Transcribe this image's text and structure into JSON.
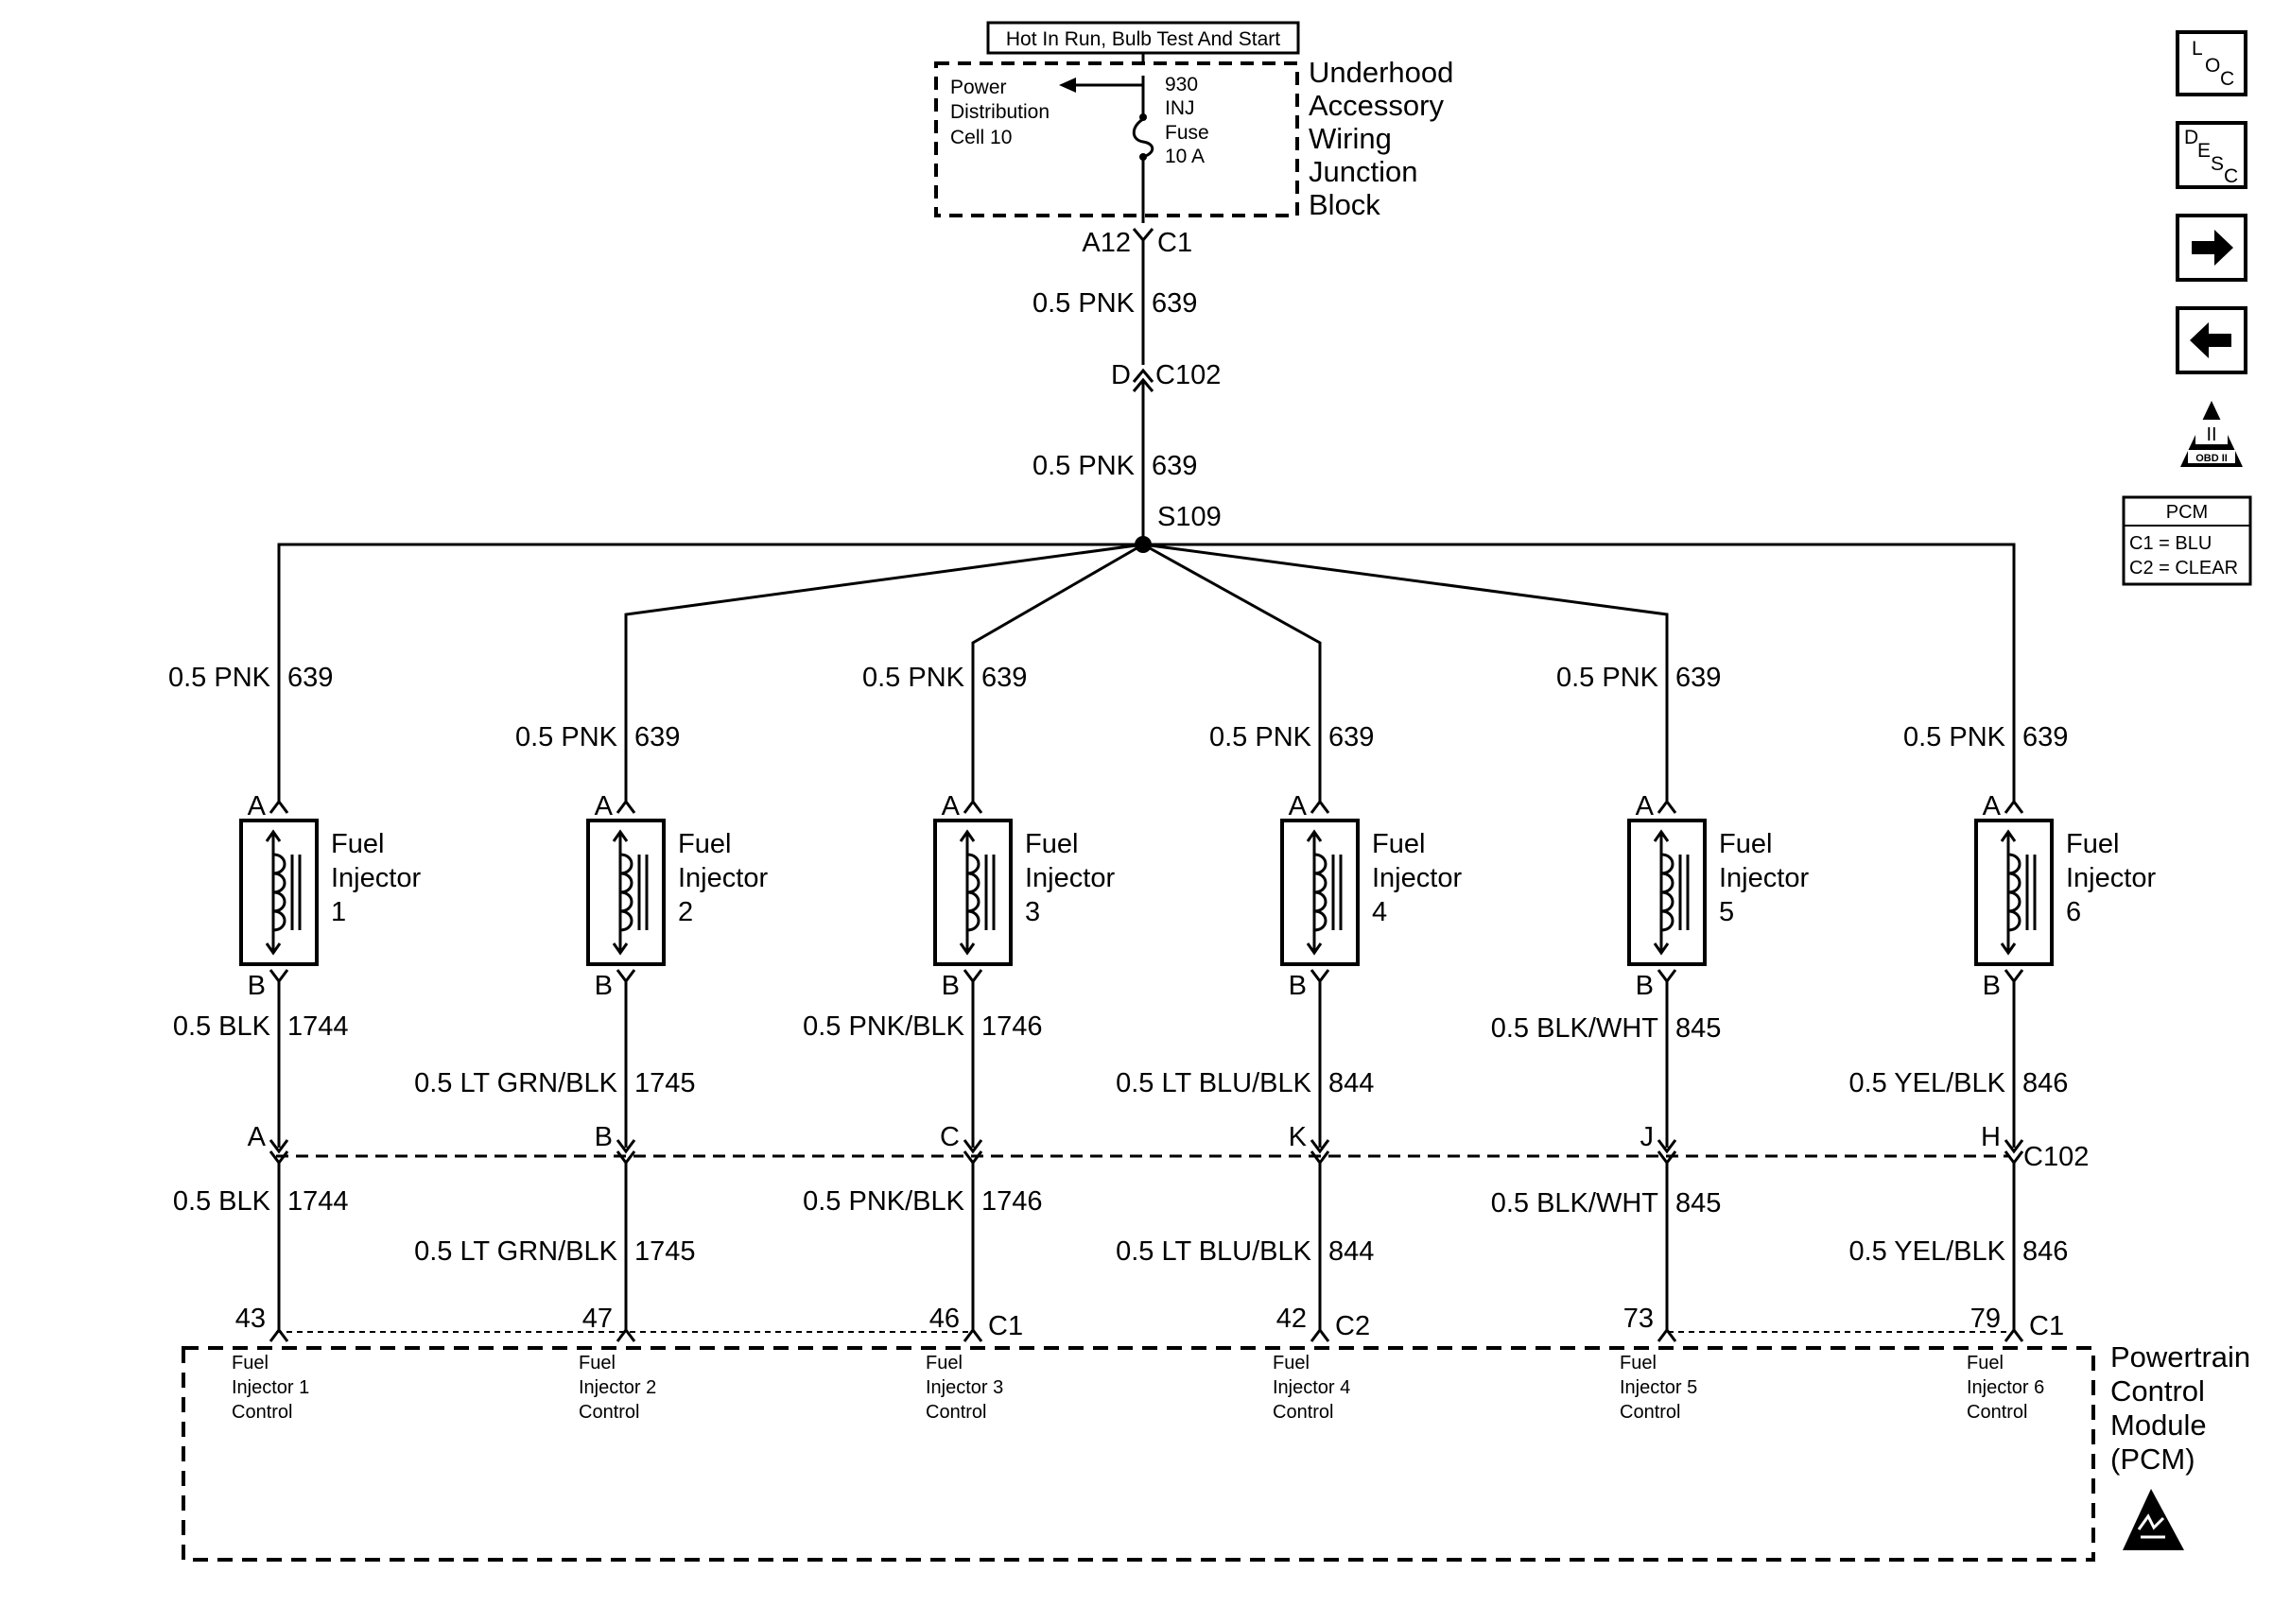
{
  "power_source": {
    "label": "Hot In Run, Bulb Test And Start",
    "block_name": "Underhood Accessory Wiring Junction Block",
    "block_lines": [
      "Underhood",
      "Accessory",
      "Wiring",
      "Junction",
      "Block"
    ],
    "cell_lines": [
      "Power",
      "Distribution",
      "Cell 10"
    ],
    "fuse_lines": [
      "930",
      "INJ",
      "Fuse",
      "10 A"
    ],
    "terminal_pin": "A12",
    "terminal_connector": "C1"
  },
  "feed": {
    "wire1": {
      "gauge_color": "0.5 PNK",
      "circuit": "639"
    },
    "connector_pin": "D",
    "connector_name": "C102",
    "wire2": {
      "gauge_color": "0.5 PNK",
      "circuit": "639"
    },
    "splice": "S109"
  },
  "injectors": [
    {
      "name_lines": [
        "Fuel",
        "Injector",
        "1"
      ],
      "top_pin": "A",
      "bottom_pin": "B",
      "feed_wire": {
        "gauge_color": "0.5 PNK",
        "circuit": "639"
      },
      "ctrl_wire_upper": {
        "gauge_color": "0.5 BLK",
        "circuit": "1744"
      },
      "c102_pin": "A",
      "ctrl_wire_lower": {
        "gauge_color": "0.5 BLK",
        "circuit": "1744"
      },
      "pcm_pin": "43",
      "pcm_connector": "",
      "pcm_label_lines": [
        "Fuel",
        "Injector 1",
        "Control"
      ]
    },
    {
      "name_lines": [
        "Fuel",
        "Injector",
        "2"
      ],
      "top_pin": "A",
      "bottom_pin": "B",
      "feed_wire": {
        "gauge_color": "0.5 PNK",
        "circuit": "639"
      },
      "ctrl_wire_upper": {
        "gauge_color": "0.5 LT GRN/BLK",
        "circuit": "1745"
      },
      "c102_pin": "B",
      "ctrl_wire_lower": {
        "gauge_color": "0.5 LT GRN/BLK",
        "circuit": "1745"
      },
      "pcm_pin": "47",
      "pcm_connector": "",
      "pcm_label_lines": [
        "Fuel",
        "Injector 2",
        "Control"
      ]
    },
    {
      "name_lines": [
        "Fuel",
        "Injector",
        "3"
      ],
      "top_pin": "A",
      "bottom_pin": "B",
      "feed_wire": {
        "gauge_color": "0.5 PNK",
        "circuit": "639"
      },
      "ctrl_wire_upper": {
        "gauge_color": "0.5 PNK/BLK",
        "circuit": "1746"
      },
      "c102_pin": "C",
      "ctrl_wire_lower": {
        "gauge_color": "0.5 PNK/BLK",
        "circuit": "1746"
      },
      "pcm_pin": "46",
      "pcm_connector": "C1",
      "pcm_label_lines": [
        "Fuel",
        "Injector 3",
        "Control"
      ]
    },
    {
      "name_lines": [
        "Fuel",
        "Injector",
        "4"
      ],
      "top_pin": "A",
      "bottom_pin": "B",
      "feed_wire": {
        "gauge_color": "0.5 PNK",
        "circuit": "639"
      },
      "ctrl_wire_upper": {
        "gauge_color": "0.5 LT BLU/BLK",
        "circuit": "844"
      },
      "c102_pin": "K",
      "ctrl_wire_lower": {
        "gauge_color": "0.5 LT BLU/BLK",
        "circuit": "844"
      },
      "pcm_pin": "42",
      "pcm_connector": "C2",
      "pcm_label_lines": [
        "Fuel",
        "Injector 4",
        "Control"
      ]
    },
    {
      "name_lines": [
        "Fuel",
        "Injector",
        "5"
      ],
      "top_pin": "A",
      "bottom_pin": "B",
      "feed_wire": {
        "gauge_color": "0.5 PNK",
        "circuit": "639"
      },
      "ctrl_wire_upper": {
        "gauge_color": "0.5 BLK/WHT",
        "circuit": "845"
      },
      "c102_pin": "J",
      "ctrl_wire_lower": {
        "gauge_color": "0.5 BLK/WHT",
        "circuit": "845"
      },
      "pcm_pin": "73",
      "pcm_connector": "",
      "pcm_label_lines": [
        "Fuel",
        "Injector 5",
        "Control"
      ]
    },
    {
      "name_lines": [
        "Fuel",
        "Injector",
        "6"
      ],
      "top_pin": "A",
      "bottom_pin": "B",
      "feed_wire": {
        "gauge_color": "0.5 PNK",
        "circuit": "639"
      },
      "ctrl_wire_upper": {
        "gauge_color": "0.5 YEL/BLK",
        "circuit": "846"
      },
      "c102_pin": "H",
      "ctrl_wire_lower": {
        "gauge_color": "0.5 YEL/BLK",
        "circuit": "846"
      },
      "pcm_pin": "79",
      "pcm_connector": "C1",
      "pcm_label_lines": [
        "Fuel",
        "Injector 6",
        "Control"
      ]
    }
  ],
  "c102_connector_name": "C102",
  "pcm": {
    "name_lines": [
      "Powertrain",
      "Control",
      "Module",
      "(PCM)"
    ]
  },
  "sidebar": {
    "loc": {
      "l": "L",
      "o": "O",
      "c": "C"
    },
    "desc": {
      "d": "D",
      "e": "E",
      "s": "S",
      "c": "C"
    },
    "obd_label": "OBD II",
    "obd_roman": "II",
    "pcm_key": {
      "title": "PCM",
      "c1": "C1 = BLU",
      "c2": "C2 = CLEAR"
    }
  }
}
